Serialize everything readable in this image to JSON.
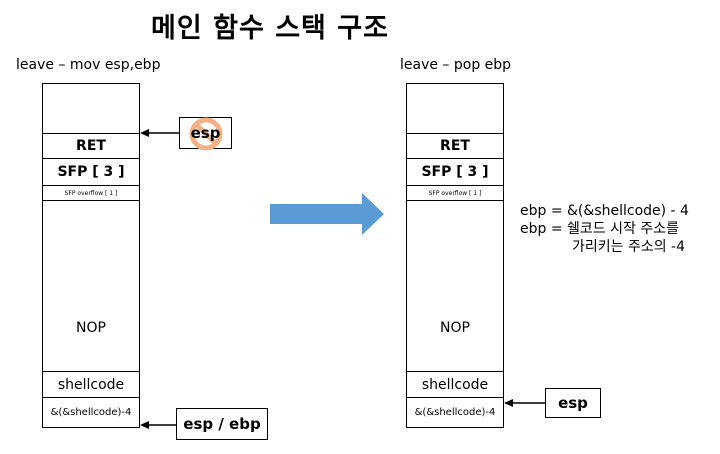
{
  "title": "메인 함수 스택 구조",
  "left": {
    "caption": "leave – mov esp,ebp",
    "cells": {
      "ret": "RET",
      "sfp": "SFP [ 3 ]",
      "sfp_overflow": "SFP overflow [ 1 ]",
      "nop": "NOP",
      "shellcode": "shellcode",
      "addr": "&(&shellcode)-4"
    },
    "esp_label": "esp",
    "esp_ebp_label": "esp / ebp"
  },
  "right": {
    "caption": "leave – pop ebp",
    "cells": {
      "ret": "RET",
      "sfp": "SFP [ 3 ]",
      "sfp_overflow": "SFP overflow [ 1 ]",
      "nop": "NOP",
      "shellcode": "shellcode",
      "addr": "&(&shellcode)-4"
    },
    "esp_label": "esp",
    "notes": {
      "line1": "ebp = &(&shellcode) - 4",
      "line2": "ebp = 쉘코드 시작 주소를",
      "line3": "가리키는 주소의 -4"
    }
  },
  "colors": {
    "big_arrow": "#5b9bd5",
    "no_sign": "#f4b183"
  }
}
